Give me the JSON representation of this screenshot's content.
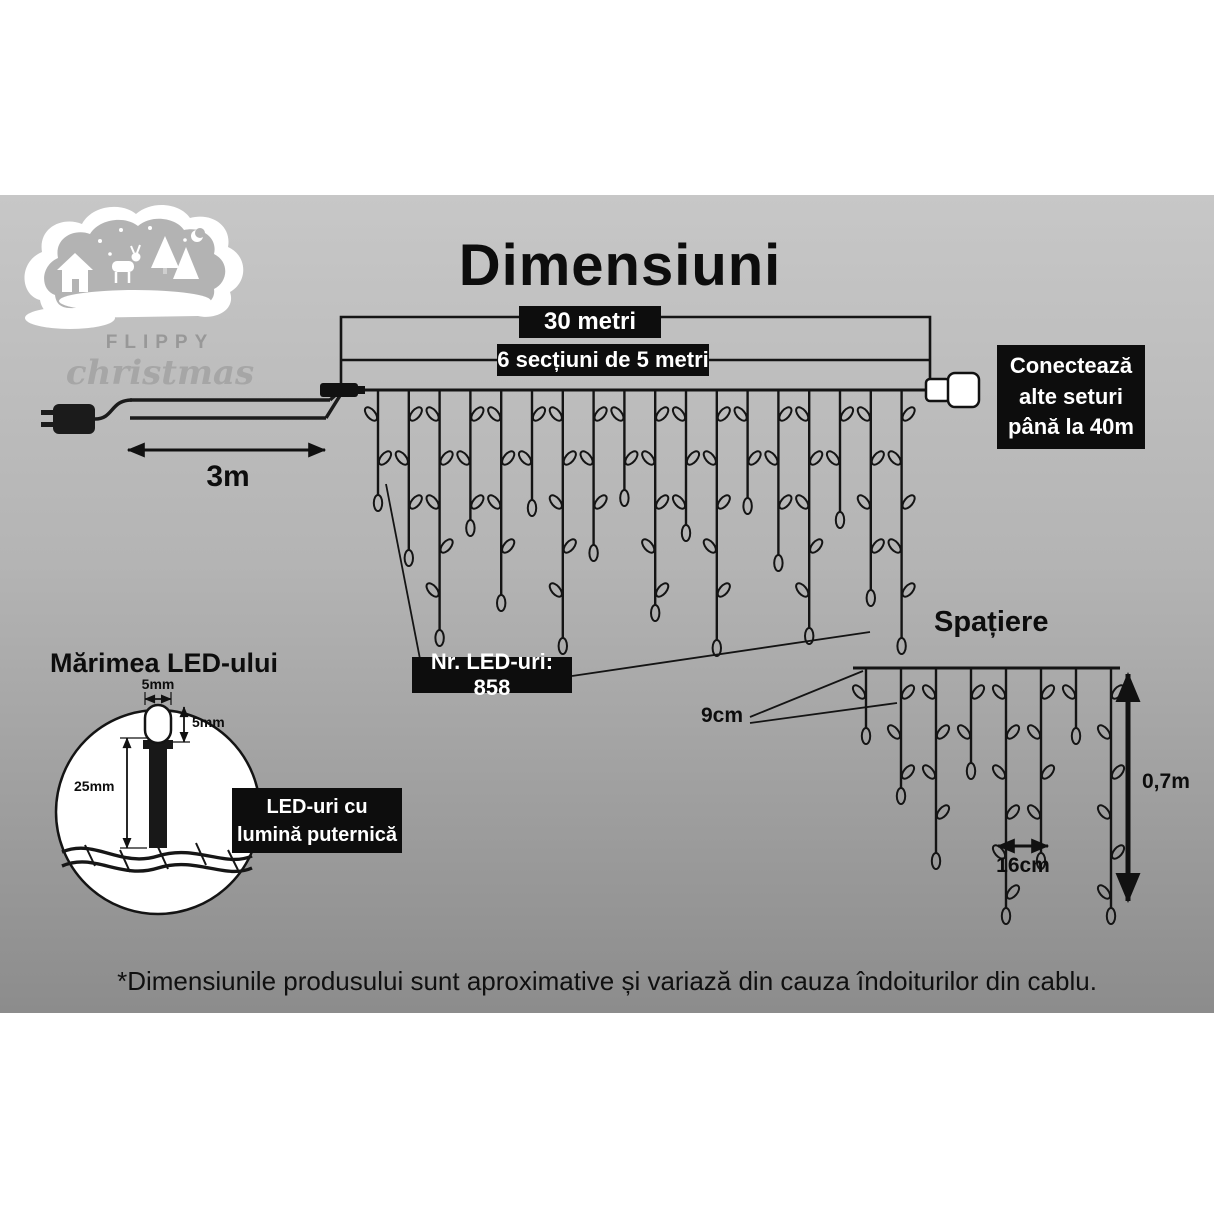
{
  "page": {
    "title": "Dimensiuni",
    "disclaimer": "*Dimensiunile produsului sunt aproximative și variază din cauza îndoiturilor din cablu."
  },
  "logo": {
    "brand": "FLIPPY",
    "script": "christmas"
  },
  "main_diagram": {
    "total_length_label": "30 metri",
    "sections_label": "6 secțiuni de 5 metri",
    "lead_length_label": "3m",
    "connect_note": "Conectează alte seturi până la 40m",
    "led_count_label": "Nr. LED-uri: 858"
  },
  "led_size": {
    "heading": "Mărimea LED-ului",
    "cap_width_label": "5mm",
    "cap_height_label": "5mm",
    "body_height_label": "25mm",
    "note": "LED-uri cu lumină puternică"
  },
  "spacing": {
    "heading": "Spațiere",
    "drop_spacing_label": "9cm",
    "horizontal_spacing_label": "16cm",
    "drop_length_label": "0,7m"
  }
}
